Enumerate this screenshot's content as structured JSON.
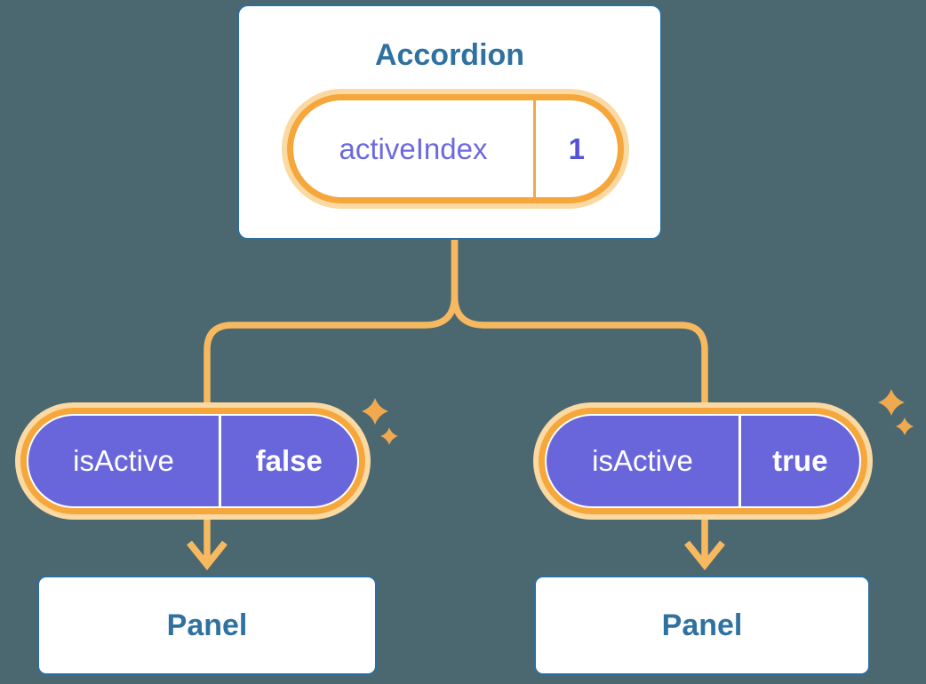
{
  "diagram": {
    "kind": "react-component-tree",
    "description": "Accordion component holding activeIndex state, passing isActive prop down to two Panel children"
  },
  "colors": {
    "background": "#4B6871",
    "card_background": "#FFFFFF",
    "card_border": "#2B6F9F",
    "heading_text": "#2F719F",
    "connector": "#F7B95F",
    "pill_halo": "#FBD9A3",
    "pill_ring": "#F5A73C",
    "pill_purple": "#6966DB",
    "state_label_text": "#6C69DF",
    "state_value_text": "#5551D6",
    "prop_text": "#FFFFFF",
    "sparkle": "#F1A94F"
  },
  "accordion": {
    "title": "Accordion",
    "state": {
      "label": "activeIndex",
      "value": "1"
    }
  },
  "children": [
    {
      "prop": {
        "label": "isActive",
        "value": "false"
      },
      "panel": {
        "title": "Panel"
      }
    },
    {
      "prop": {
        "label": "isActive",
        "value": "true"
      },
      "panel": {
        "title": "Panel"
      }
    }
  ],
  "edges": [
    {
      "from": "Accordion",
      "to": "left Panel",
      "via": "isActive=false",
      "arrow": "down"
    },
    {
      "from": "Accordion",
      "to": "right Panel",
      "via": "isActive=true",
      "arrow": "down"
    }
  ],
  "icons": {
    "sparkles": "four-point star decorations beside each state/prop pill"
  }
}
